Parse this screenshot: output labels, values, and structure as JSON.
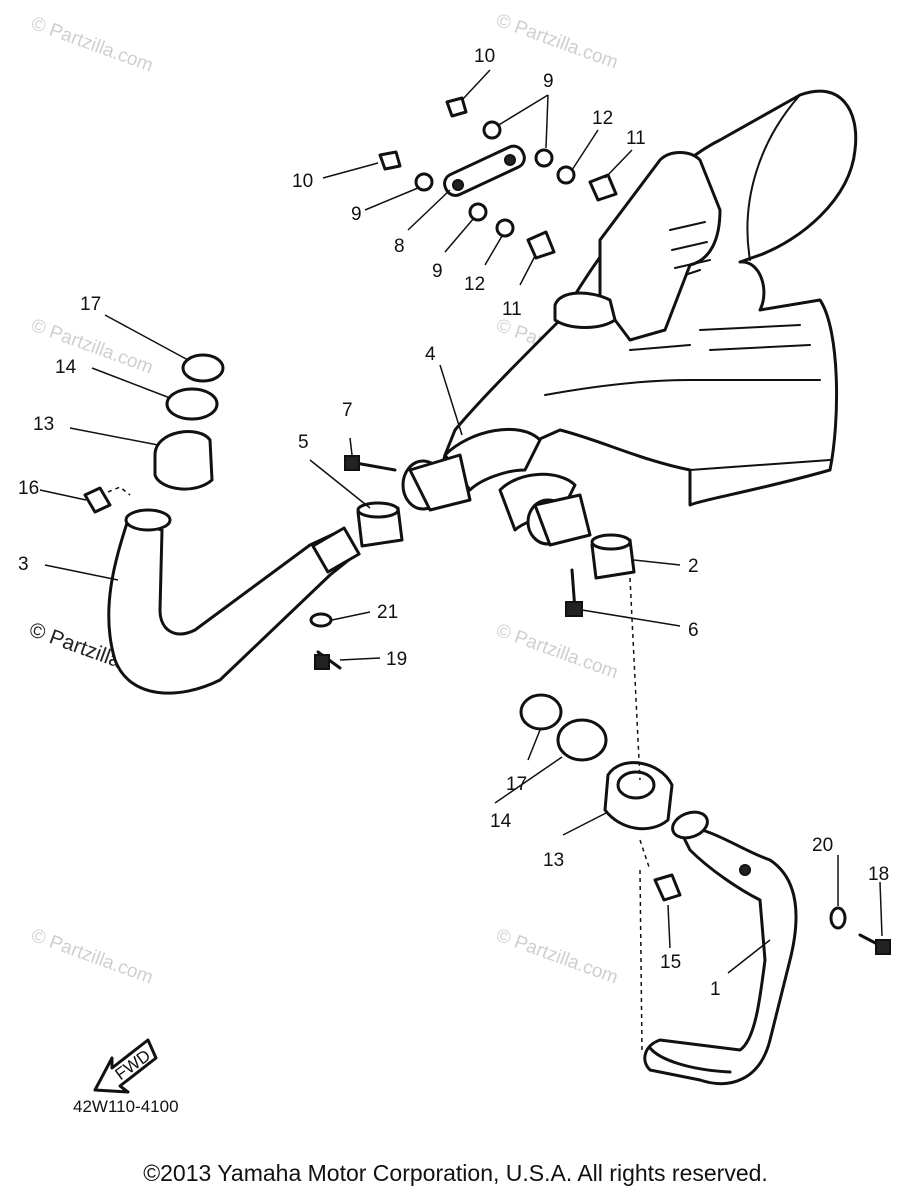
{
  "watermark": "© Partzilla.com",
  "diagram_code": "42W110-4100",
  "fwd_label": "FWD",
  "copyright": "©2013 Yamaha Motor Corporation, U.S.A. All rights reserved.",
  "callouts": {
    "c1": "1",
    "c2": "2",
    "c3": "3",
    "c4": "4",
    "c5": "5",
    "c6": "6",
    "c7": "7",
    "c8": "8",
    "c9a": "9",
    "c9b": "9",
    "c9c": "9",
    "c10a": "10",
    "c10b": "10",
    "c11a": "11",
    "c11b": "11",
    "c12a": "12",
    "c12b": "12",
    "c13a": "13",
    "c13b": "13",
    "c14a": "14",
    "c14b": "14",
    "c15": "15",
    "c16": "16",
    "c17a": "17",
    "c17b": "17",
    "c18": "18",
    "c19": "19",
    "c20": "20",
    "c21": "21"
  }
}
